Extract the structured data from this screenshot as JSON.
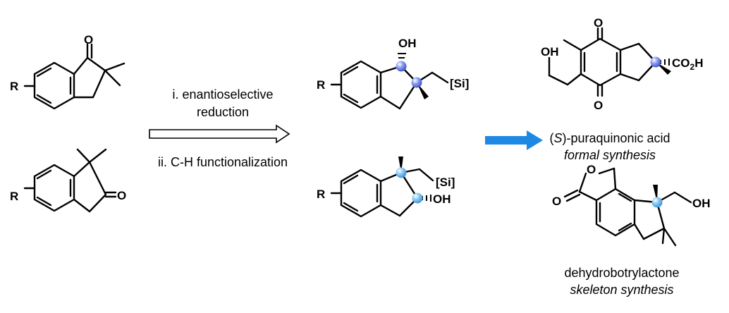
{
  "conditions": {
    "step1_line1": "i. enantioselective",
    "step1_line2": "reduction",
    "step2": "ii. C-H functionalization"
  },
  "atoms": {
    "r_group": "R",
    "oxygen": "O",
    "hydroxyl": "OH",
    "silyl": "[Si]",
    "carboxyl": "CO",
    "carboxyl_sub": "2",
    "carboxyl_h": "H"
  },
  "products": {
    "puraquinonic_stereo": "S",
    "puraquinonic_name": "-puraquinonic acid",
    "puraquinonic_note": "formal synthesis",
    "dehydrobotrylactone_name": "dehydrobotrylactone",
    "dehydrobotrylactone_note": "skeleton synthesis"
  },
  "colors": {
    "stereocenter_ball": "#4a63d8",
    "stereocenter_ball_light": "#4aa6e8",
    "forward_arrow": "#1e88e5"
  },
  "icons": {
    "transformation_arrow": "hollow-right-arrow",
    "application_arrow": "solid-blue-right-arrow"
  }
}
